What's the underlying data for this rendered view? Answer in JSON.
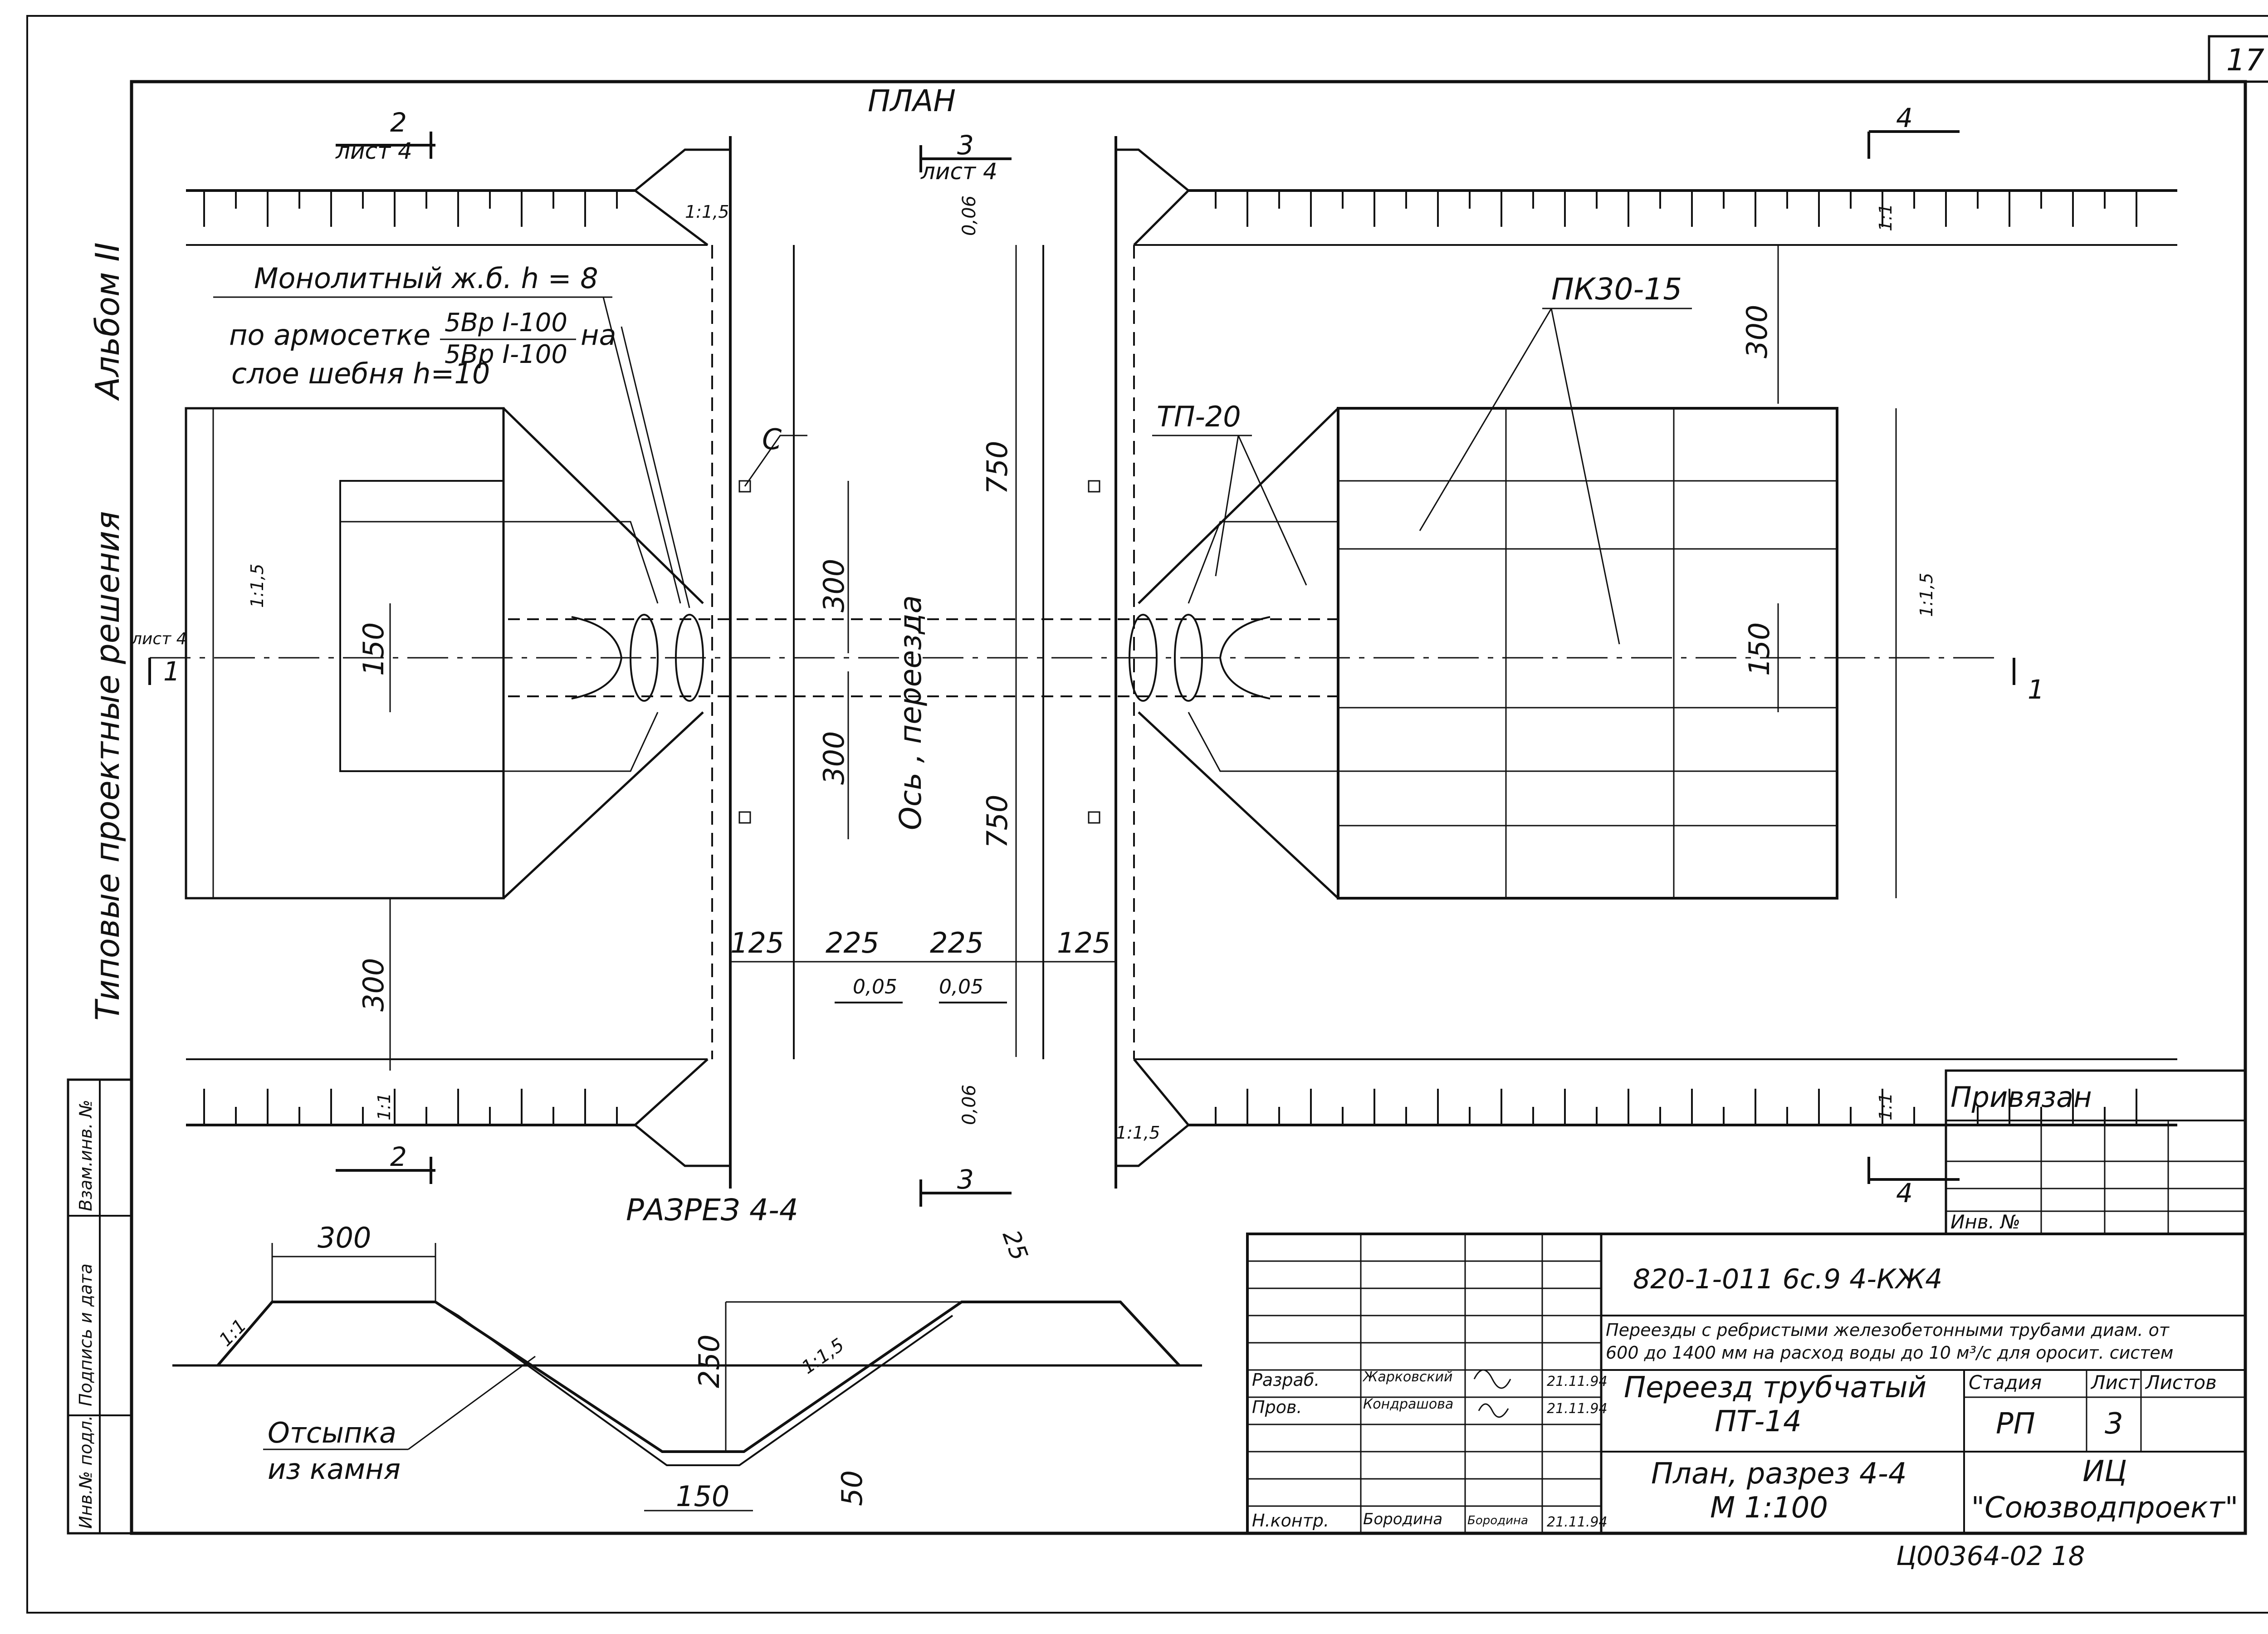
{
  "sheet_number": "17",
  "album_label": "Альбом II",
  "typical_solutions_label": "Типовые проектные решения",
  "plan": {
    "title": "ПЛАН",
    "cut_marks": [
      {
        "label": "2",
        "sheet": "лист 4"
      },
      {
        "label": "3",
        "sheet": "лист 4"
      },
      {
        "label": "4",
        "sheet": ""
      },
      {
        "label": "1",
        "sheet": "лист 4"
      }
    ],
    "cut_marks_bottom": [
      "2",
      "3",
      "4",
      "1"
    ],
    "slope_labels": [
      "1:1,5",
      "1:1",
      "1:1,5",
      "1:1,5",
      "1:1",
      "1:1",
      "1:1,5"
    ],
    "note_line1": "Монолитный ж.б. h = 8",
    "note_line2_prefix": "по армосетке",
    "note_frac_top": "5Вр I-100",
    "note_frac_bottom": "5Вр I-100",
    "note_line2_suffix": "на",
    "note_line3": "слое шебня  h=10",
    "label_pk": "ПК30-15",
    "label_tp": "ТП-20",
    "label_c": "С",
    "axis_label": "Ось , переезда",
    "elevation_top": "0,06",
    "elevation_bottom": "0,06",
    "slope_left": "0,05",
    "slope_right": "0,05",
    "dims": {
      "d300_top_right": "300",
      "d750_top": "750",
      "d750_bottom": "750",
      "d300_mid_top": "300",
      "d300_mid_bottom": "300",
      "d150_left": "150",
      "d150_right": "150",
      "d300_left_bottom": "300",
      "d125_left": "125",
      "d225_left": "225",
      "d225_right": "225",
      "d125_right": "125"
    }
  },
  "section": {
    "title": "РАЗРЕЗ 4-4",
    "dim_top": "300",
    "dim_25": "25",
    "dim_250": "250",
    "dim_150": "150",
    "dim_50": "50",
    "slope_left": "1:1",
    "slope_right": "1:1,5",
    "note_line1": "Отсыпка",
    "note_line2": "из камня"
  },
  "side_stamp": {
    "cells": [
      "Взам.инв. №",
      "Подпись и дата",
      "Инв.№ подл."
    ]
  },
  "privyazan": {
    "title": "Привязан",
    "inv_label": "Инв. №"
  },
  "title_block": {
    "code": "820-1-011 6с.9 4-КЖ4",
    "description_line1": "Переезды с ребристыми железобетонными трубами диам. от",
    "description_line2": "600 до 1400 мм на расход воды до 10 м³/с для оросит. систем",
    "roles": [
      {
        "role": "Разраб.",
        "name": "Жарковский",
        "date": "21.11.94"
      },
      {
        "role": "Пров.",
        "name": "Кондрашова",
        "date": "21.11.94"
      },
      {
        "role": "Н.контр.",
        "name": "Бородина",
        "date": "21.11.94",
        "signature": "Бородина"
      }
    ],
    "object_title_line1": "Переезд трубчатый",
    "object_title_line2": "ПТ-14",
    "sheet_title_line1": "План, разрез 4-4",
    "sheet_title_line2": "М 1:100",
    "stage_header": "Стадия",
    "sheet_header": "Лист",
    "sheets_header": "Листов",
    "stage_value": "РП",
    "sheet_value": "3",
    "org_line1": "ИЦ",
    "org_line2": "\"Союзводпроект\""
  },
  "archive_number": "Ц00364-02  18"
}
